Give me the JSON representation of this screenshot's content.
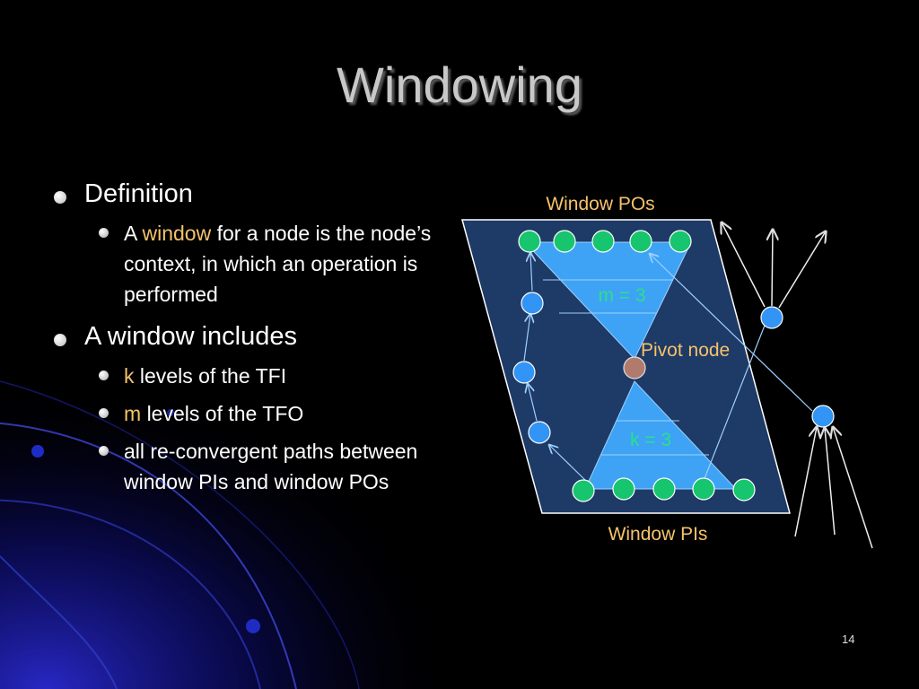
{
  "slide": {
    "title": "Windowing",
    "number": "14"
  },
  "bullets": {
    "definition": {
      "heading": "Definition",
      "sub": {
        "prefix": "A",
        "highlight": "window",
        "rest": "for a node is the node’s context, in which an operation is performed"
      }
    },
    "includes": {
      "heading": "A window includes",
      "items": [
        {
          "highlight": "k",
          "rest": "levels of the TFI"
        },
        {
          "highlight": "m",
          "rest": "levels of the TFO"
        },
        {
          "highlight": "",
          "rest": "all re-convergent paths between window PIs and window POs"
        }
      ]
    }
  },
  "diagram": {
    "labels": {
      "window_pos": "Window POs",
      "window_pis": "Window PIs",
      "m_levels": "m = 3",
      "k_levels": "k = 3",
      "pivot": "Pivot node"
    },
    "colors": {
      "window_fill": "#1e3a66",
      "triangle_fill": "#3ea3f5",
      "io_node": "#16c56d",
      "internal_node": "#3294f5",
      "pivot_node": "#b07b6c",
      "label_gold": "#f5c26b",
      "label_green": "#2ae08a"
    }
  }
}
